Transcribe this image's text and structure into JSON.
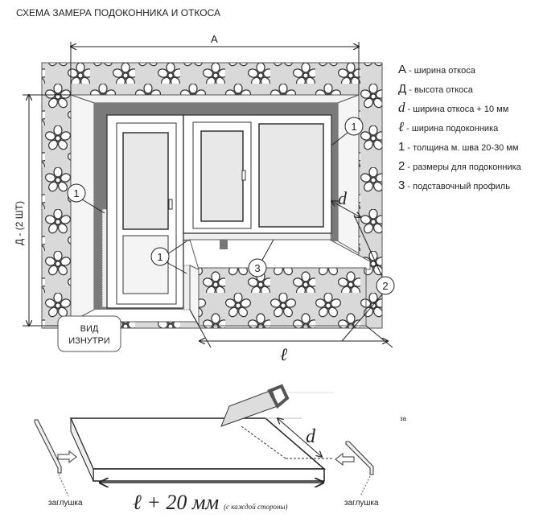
{
  "title": "СХЕМА ЗАМЕРА ПОДОКОННИКА И ОТКОСА",
  "dimensions": {
    "A": "А",
    "D": "Д - (2 ШТ)",
    "d": "d",
    "l": "ℓ"
  },
  "callouts": {
    "one": "1",
    "two": "2",
    "three": "3"
  },
  "view_label": {
    "line1": "ВИД",
    "line2": "ИЗНУТРИ"
  },
  "legend": [
    {
      "key": "А",
      "text": " - ширина откоса"
    },
    {
      "key": "Д",
      "text": " - высота откоса"
    },
    {
      "key": "d",
      "text": " - ширина откоса + 10 мм"
    },
    {
      "key": "ℓ",
      "text": " - ширина подоконника"
    },
    {
      "key": "1",
      "text": " - толщина м. шва 20-30 мм"
    },
    {
      "key": "2",
      "text": " - размеры для подоконника"
    },
    {
      "key": "3",
      "text": " - подставочный профиль"
    }
  ],
  "bottom": {
    "plug_left": "заглушка",
    "plug_right": "заглушка",
    "length_main": "ℓ + 20 мм",
    "length_note": "(с каждой стороны)",
    "d_label": "d",
    "stray": "за"
  },
  "colors": {
    "wall": "#d9d9d9",
    "frame_dark": "#7a7a7a",
    "line": "#222222"
  }
}
